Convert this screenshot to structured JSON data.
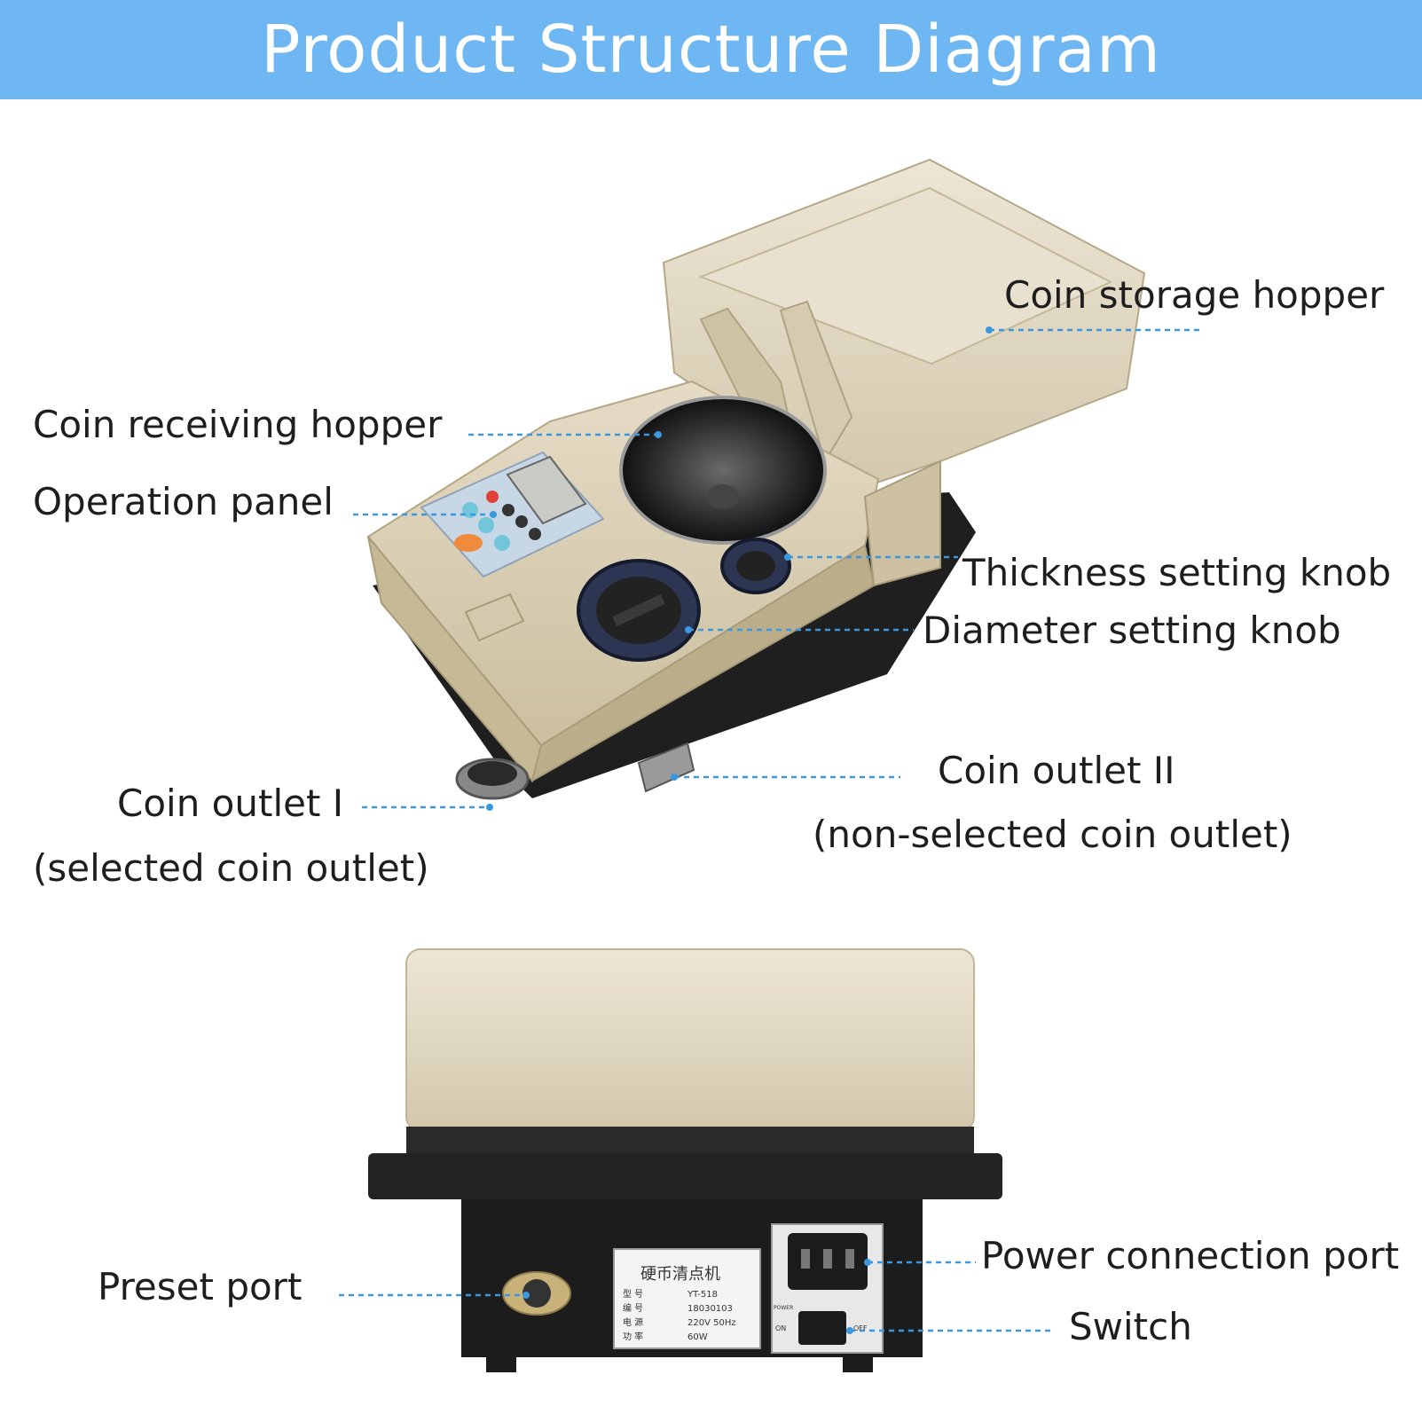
{
  "header": {
    "title": "Product Structure Diagram"
  },
  "colors": {
    "header_bg": "#6fb7f2",
    "leader": "#3b97de",
    "body_beige": "#d8cdb4",
    "base_black": "#1f1f1f"
  },
  "labels": {
    "coin_storage_hopper": "Coin storage hopper",
    "coin_receiving_hopper": "Coin receiving hopper",
    "operation_panel": "Operation panel",
    "thickness_setting_knob": "Thickness setting knob",
    "diameter_setting_knob": "Diameter setting knob",
    "coin_outlet_1": "Coin outlet I",
    "coin_outlet_1_sub": "(selected coin outlet)",
    "coin_outlet_2": "Coin outlet II",
    "coin_outlet_2_sub": "(non-selected coin outlet)",
    "preset_port": "Preset port",
    "power_connection_port": "Power connection port",
    "switch": "Switch"
  },
  "device_label": {
    "title": "硬币清点机",
    "rows": [
      [
        "型 号",
        "YT-518"
      ],
      [
        "编 号",
        "18030103"
      ],
      [
        "电 源",
        "220V 50Hz"
      ],
      [
        "功 率",
        "60W"
      ]
    ]
  },
  "switch_marks": {
    "power": "POWER",
    "on": "ON",
    "off": "OFF"
  }
}
